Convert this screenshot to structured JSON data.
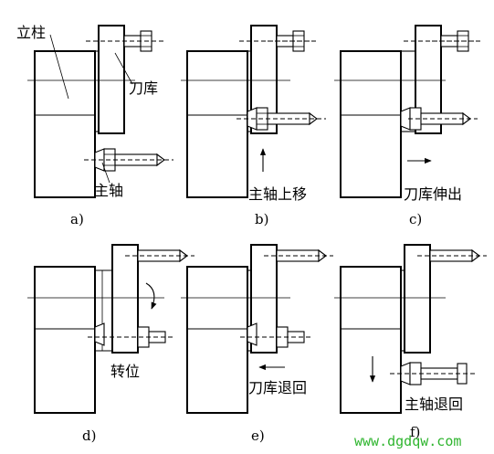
{
  "labels": {
    "column": "立柱",
    "tool_magazine": "刀库",
    "spindle": "主轴"
  },
  "panels": [
    {
      "id": "a",
      "caption": "a)",
      "action": ""
    },
    {
      "id": "b",
      "caption": "b)",
      "action": "主轴上移"
    },
    {
      "id": "c",
      "caption": "c)",
      "action": "刀库伸出"
    },
    {
      "id": "d",
      "caption": "d)",
      "action": "转位"
    },
    {
      "id": "e",
      "caption": "e)",
      "action": "刀库退回"
    },
    {
      "id": "f",
      "caption": "f)",
      "action": "主轴退回"
    }
  ],
  "watermark": "www.dgdqw.com"
}
